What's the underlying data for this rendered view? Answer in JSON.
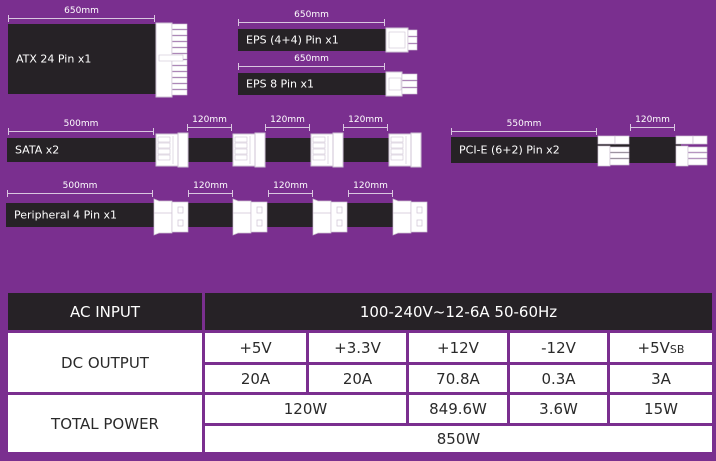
{
  "colors": {
    "background": "#7a2f8f",
    "cable": "#262226",
    "connector": "#ffffff",
    "table_header": "#262226"
  },
  "cables": {
    "atx": {
      "label": "ATX 24 Pin x1",
      "length": "650mm"
    },
    "eps44": {
      "label": "EPS (4+4) Pin x1",
      "length": "650mm"
    },
    "eps8": {
      "label": "EPS 8 Pin x1",
      "length": "650mm"
    },
    "sata": {
      "label": "SATA x2",
      "length": "500mm",
      "segments": [
        "120mm",
        "120mm",
        "120mm"
      ]
    },
    "pcie": {
      "label": "PCI-E (6+2) Pin x2",
      "length": "550mm",
      "segments": [
        "120mm"
      ]
    },
    "peripheral": {
      "label": "Peripheral 4 Pin x1",
      "length": "500mm",
      "segments": [
        "120mm",
        "120mm",
        "120mm"
      ]
    }
  },
  "spec_table": {
    "ac_input": {
      "label": "AC INPUT",
      "value": "100-240V~12-6A 50-60Hz"
    },
    "dc_output": {
      "label": "DC OUTPUT",
      "rails": [
        "+5V",
        "+3.3V",
        "+12V",
        "-12V",
        "+5V"
      ],
      "rail5_suffix": "SB",
      "currents": [
        "20A",
        "20A",
        "70.8A",
        "0.3A",
        "3A"
      ]
    },
    "total_power": {
      "label": "TOTAL POWER",
      "combined_5v_33v": "120W",
      "p12v": "849.6W",
      "n12v": "3.6W",
      "p5vsb": "15W",
      "total": "850W"
    }
  }
}
